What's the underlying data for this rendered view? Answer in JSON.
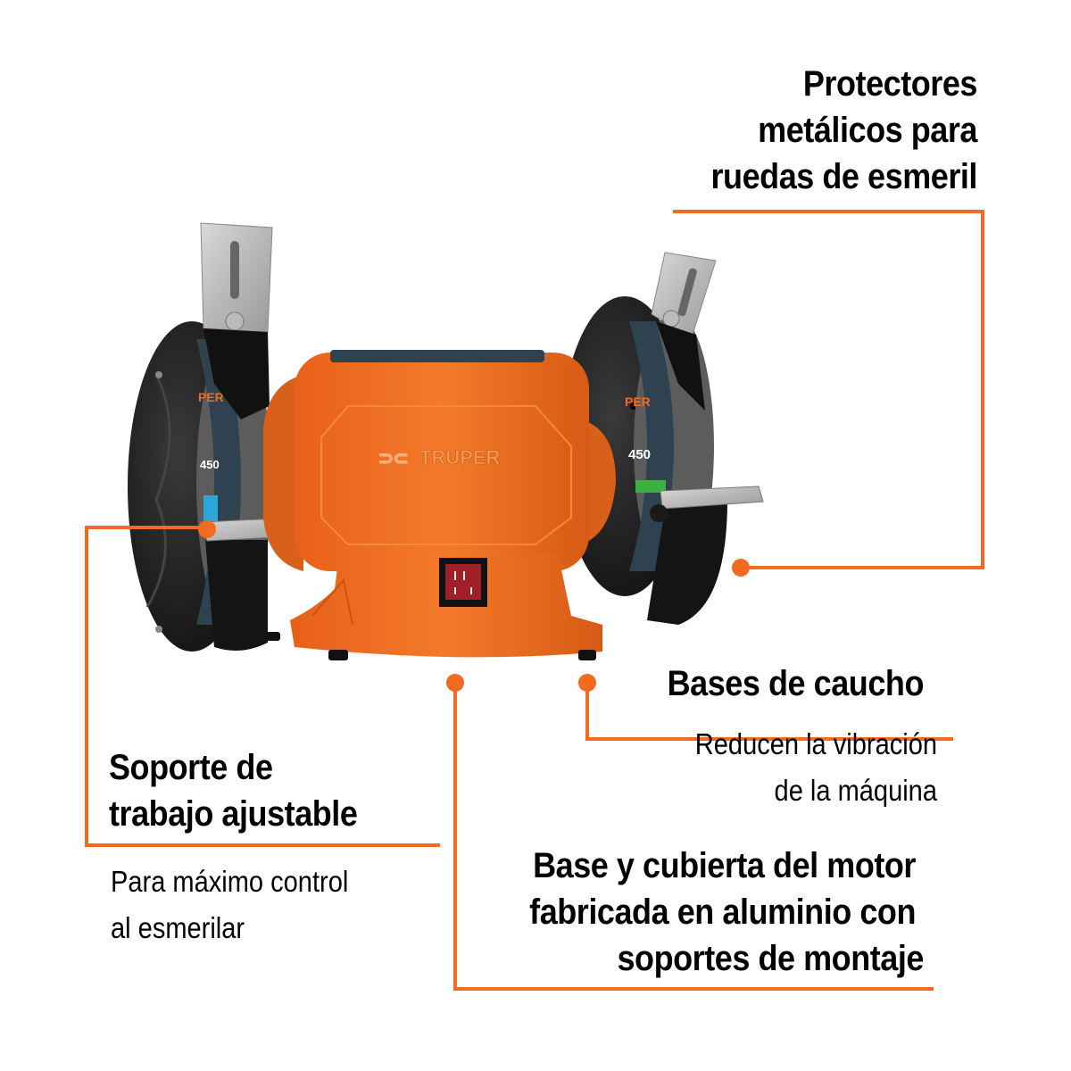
{
  "colors": {
    "accent": "#f26b21",
    "text": "#000000",
    "background": "#ffffff",
    "body_orange": "#f07020",
    "guard_black": "#1a1a1a",
    "wheel_gray": "#5a5a5a",
    "wheel_label_bg": "#2f4250",
    "left_wheel_band": "#2aa7d8",
    "right_wheel_band": "#3cb043",
    "switch_red": "#b0202a"
  },
  "product": {
    "brand_emboss": "TRUPER",
    "wheel_label_brand": "PER",
    "wheel_label_type": "grinding wheel",
    "wheel_label_rpm": "450",
    "switch_icon": "rocker-switch-icon"
  },
  "callouts": {
    "protectores": {
      "title_lines": [
        "Protectores",
        "metálicos para",
        "ruedas de esmeril"
      ]
    },
    "soporte": {
      "title_lines": [
        "Soporte de",
        "trabajo ajustable"
      ],
      "subtitle_lines": [
        "Para máximo control",
        "al esmerilar"
      ]
    },
    "bases": {
      "title_lines": [
        "Bases de caucho"
      ],
      "subtitle_lines": [
        "Reducen la vibración",
        "de la máquina"
      ]
    },
    "base_cubierta": {
      "title_lines": [
        "Base y cubierta del motor",
        "fabricada en aluminio con",
        "soportes de montaje"
      ]
    }
  }
}
